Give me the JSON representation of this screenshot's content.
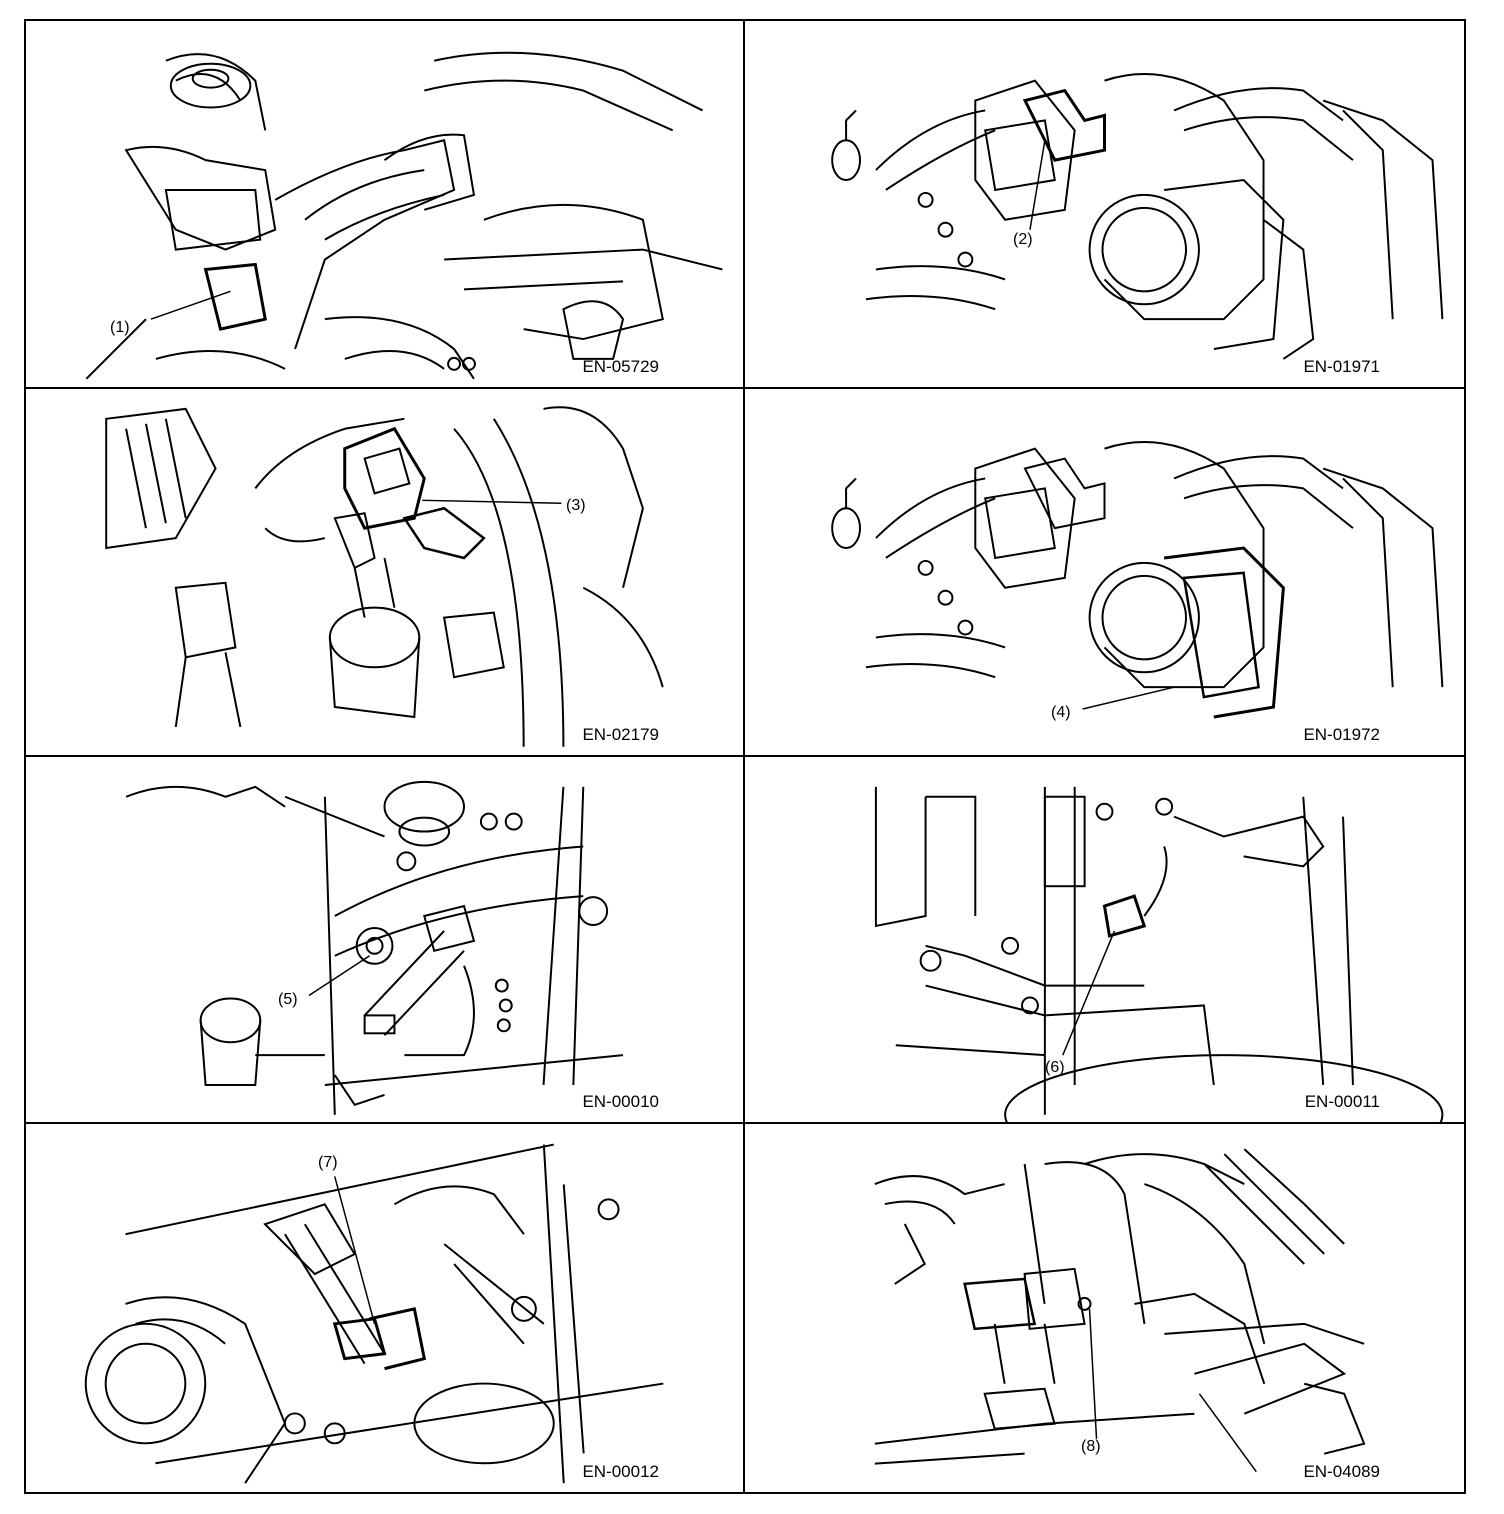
{
  "panels": [
    {
      "code": "EN-05729",
      "callout": "(1)"
    },
    {
      "code": "EN-01971",
      "callout": "(2)"
    },
    {
      "code": "EN-02179",
      "callout": "(3)"
    },
    {
      "code": "EN-01972",
      "callout": "(4)"
    },
    {
      "code": "EN-00010",
      "callout": "(5)"
    },
    {
      "code": "EN-00011",
      "callout": "(6)"
    },
    {
      "code": "EN-00012",
      "callout": "(7)"
    },
    {
      "code": "EN-04089",
      "callout": "(8)"
    }
  ]
}
